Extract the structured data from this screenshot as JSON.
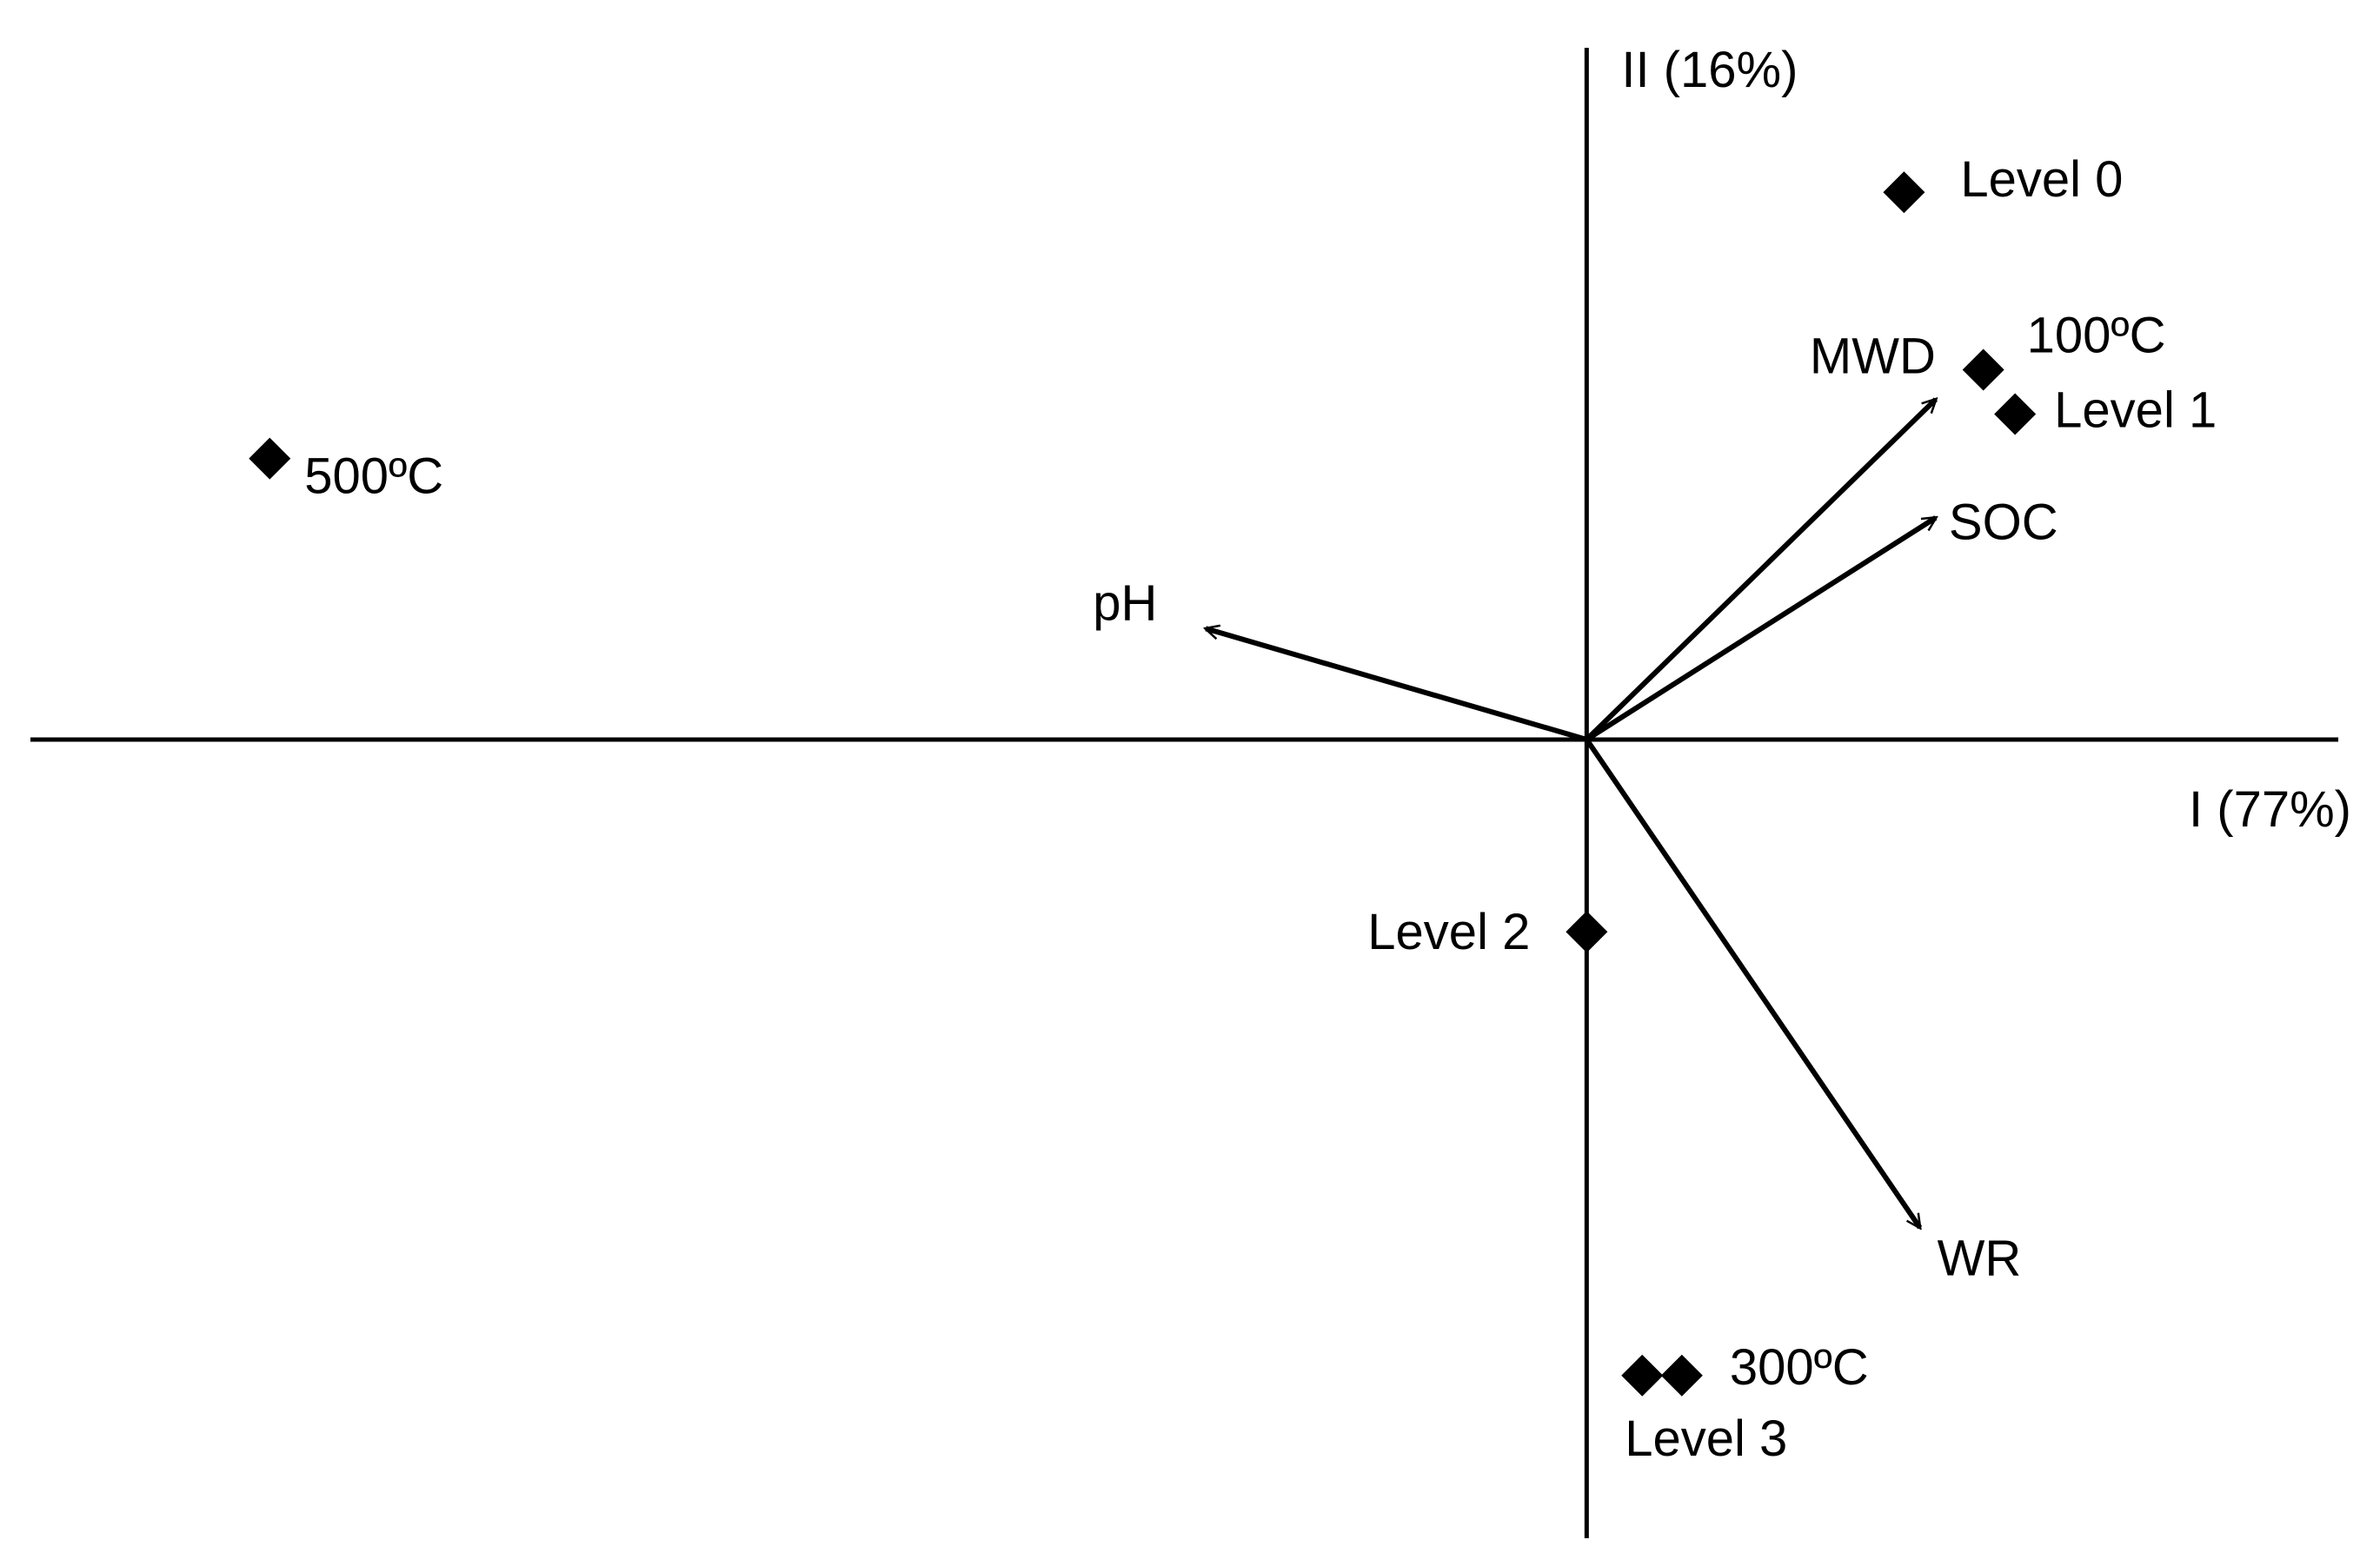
{
  "chart_data": {
    "type": "scatter",
    "title": "",
    "xlabel": "I (77%)",
    "ylabel": "II (16%)",
    "xlim": [
      -1.0,
      0.5
    ],
    "ylim": [
      -0.55,
      0.5
    ],
    "grid": false,
    "legend": "none",
    "colors": {
      "axis": "#000000",
      "marker": "#000000",
      "vector": "#000000"
    },
    "points": [
      {
        "label": "Level 0",
        "x": 0.2,
        "y": 0.37
      },
      {
        "label": "100ºC",
        "x": 0.25,
        "y": 0.25
      },
      {
        "label": "Level 1",
        "x": 0.27,
        "y": 0.22
      },
      {
        "label": "500ºC",
        "x": -0.83,
        "y": 0.19
      },
      {
        "label": "Level 2",
        "x": 0.0,
        "y": -0.13
      },
      {
        "label": "Level 3",
        "x": 0.035,
        "y": -0.43
      },
      {
        "label": "300ºC",
        "x": 0.06,
        "y": -0.43
      }
    ],
    "vectors": [
      {
        "label": "pH",
        "x": -0.24,
        "y": 0.075
      },
      {
        "label": "MWD",
        "x": 0.22,
        "y": 0.23
      },
      {
        "label": "SOC",
        "x": 0.22,
        "y": 0.15
      },
      {
        "label": "WR",
        "x": 0.21,
        "y": -0.33
      }
    ]
  }
}
